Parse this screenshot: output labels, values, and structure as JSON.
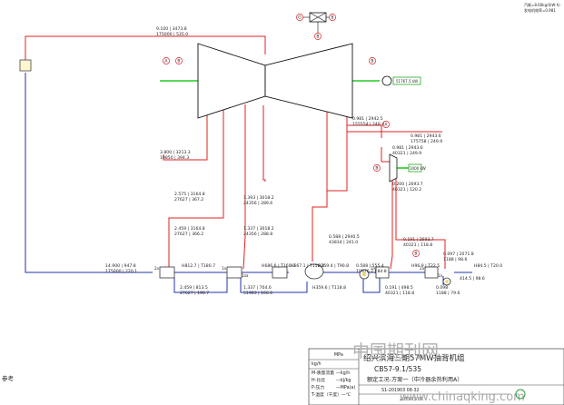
{
  "summary": {
    "line1": "汽耗=8.60kg/(kW·h)",
    "line2": "发电机效率=0.981"
  },
  "circles": [
    "G",
    "B",
    "B",
    "A",
    "B",
    "B",
    "A",
    "B",
    "B"
  ],
  "generators": {
    "main": "51767.5 kW",
    "small": "1000 kW"
  },
  "stream_labels": [
    [
      "9.100",
      "3473.8",
      "175000",
      "535.0"
    ],
    [
      "0.981",
      "2942.5",
      "155554",
      "248.4"
    ],
    [
      "0.981",
      "2943.6",
      "175758",
      "249.9"
    ],
    [
      "0.981",
      "2943.6",
      "40321",
      "249.9"
    ],
    [
      "0.200",
      "2693.7",
      "40321",
      "120.2"
    ],
    [
      "3.800",
      "3213.3",
      "19850",
      "394.3"
    ],
    [
      "2.575",
      "3164.8",
      "27627",
      "367.2"
    ],
    [
      "1.393",
      "3018.2",
      "24356",
      "289.6"
    ],
    [
      "2.459",
      "3164.8",
      "27627",
      "366.2"
    ],
    [
      "1.337",
      "3018.2",
      "24356",
      "288.8"
    ],
    [
      "0.588",
      "2940.5",
      "43834",
      "241.0"
    ],
    [
      "0.191",
      "2693.7",
      "40321",
      "118.8"
    ],
    [
      "14.900",
      "947.8",
      "175000",
      "220.1"
    ],
    [
      "H812.7",
      "T180.7"
    ],
    [
      "H686.6",
      "T160.0"
    ],
    [
      "H667.1",
      "T158.0"
    ],
    [
      "H359.4",
      "T90.8"
    ],
    [
      "0.588",
      "555.4",
      "19976.2",
      "84.8"
    ],
    [
      "H96.9",
      "T22.5"
    ],
    [
      "0.097",
      "2071.8",
      "1188",
      "98.6"
    ],
    [
      "H84.5",
      "T20.0"
    ],
    [
      "2.459",
      "813.5",
      "27627",
      "190.7"
    ],
    [
      "1.337",
      "704.6",
      "51983",
      "166.6"
    ],
    [
      "H359.6",
      "T118.8"
    ],
    [
      "0.191",
      "498.5",
      "40321",
      "118.8"
    ],
    [
      "0.098",
      "",
      "1188",
      "79.6"
    ],
    [
      "414.5",
      "98.6"
    ]
  ],
  "equipment_labels": [
    "2a",
    "1a",
    "1aa",
    "1m",
    "2a",
    "1a"
  ],
  "title_block": {
    "t1": "绍兴滨海三期57MW抽背机组",
    "t2": "CB57-9.1/535",
    "t3": "额定工况-方案一（中冷器余热利用A）",
    "units": [
      "MPa",
      "kg/h",
      "kJ/kg",
      "℃"
    ],
    "legend": [
      "M-质量流量",
      "H-比焓",
      "P-压力",
      "T-温度（干度）"
    ],
    "legend_units": [
      "—kg/h",
      "—kJ/kg",
      "—MPa(a)",
      "—℃"
    ],
    "code": "S1-201903 08-32",
    "date_row": "201903 08",
    "side_label": "参考"
  },
  "watermark": {
    "cn": "中国期刊网",
    "url": "www.chinaqking.com"
  }
}
